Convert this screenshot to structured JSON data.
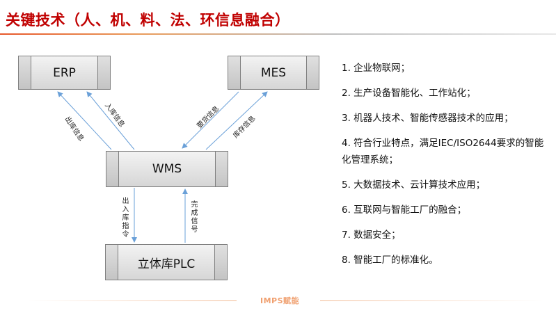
{
  "title": "关键技术（人、机、料、法、环信息融合）",
  "diagram": {
    "boxes": {
      "erp": "ERP",
      "mes": "MES",
      "wms": "WMS",
      "plc": "立体库PLC"
    },
    "edges": {
      "wms_to_erp_outbound": "出库信息",
      "wms_to_erp_inbound": "入库信息",
      "mes_to_wms_request": "要货信息",
      "wms_to_mes_stock": "库存信息",
      "wms_to_plc_command": "出入库指令",
      "plc_to_wms_done": "完成信号"
    }
  },
  "points": [
    "1. 企业物联网；",
    "2. 生产设备智能化、工作站化；",
    "3. 机器人技术、智能传感器技术的应用；",
    "4. 符合行业特点，满足IEC/ISO2644要求的智能化管理系统；",
    "5. 大数据技术、云计算技术应用；",
    "6. 互联网与智能工厂的融合；",
    "7. 数据安全；",
    "8. 智能工厂的标准化。"
  ],
  "footer": "IMPS赋能",
  "colors": {
    "title": "#c00000",
    "arrow": "#6aa0d8",
    "footer": "#f0a070"
  }
}
